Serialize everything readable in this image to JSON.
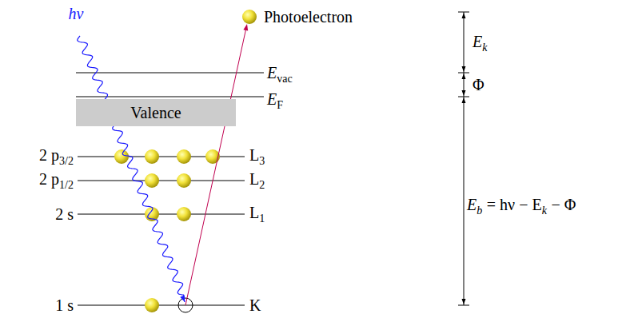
{
  "diagram": {
    "nodes": [
      {
        "text": [
          "Valence"
        ]
      }
    ],
    "labels": [
      "hν",
      "Photoelectron",
      "E",
      "vac",
      "E",
      "F",
      "2 p",
      "3/2",
      "2 p",
      "1/2",
      "2 s",
      "1 s",
      "L",
      "3",
      "L",
      "2",
      "L",
      "1",
      "K",
      "E",
      "k",
      "Φ",
      "E",
      "b",
      "= hν − E",
      "k",
      "− Φ"
    ]
  }
}
